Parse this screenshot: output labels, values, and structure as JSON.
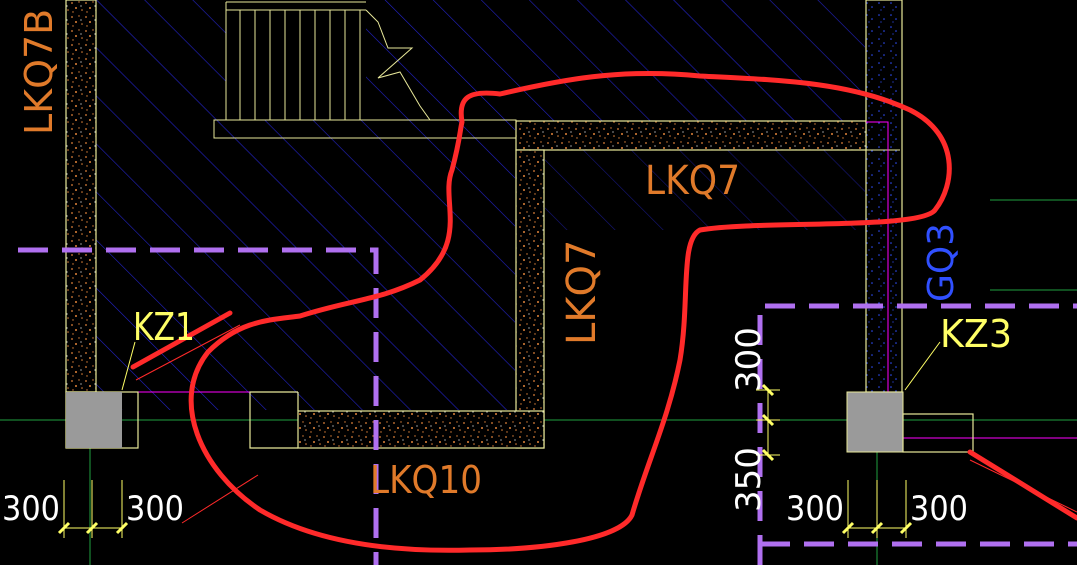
{
  "labels": {
    "lkq7b": "LKQ7B",
    "lkq7_horizontal": "LKQ7",
    "lkq7_vertical": "LKQ7",
    "lkq10": "LKQ10",
    "kz1": "KZ1",
    "kz3": "KZ3",
    "gq3": "GQ3"
  },
  "dimensions": {
    "dim_300_bl_1": "300",
    "dim_300_bl_2": "300",
    "dim_300_v": "300",
    "dim_350_v": "350",
    "dim_300_br_1": "300",
    "dim_300_br_2": "300"
  },
  "colors": {
    "background": "#000000",
    "wall_outline": "#e8e89a",
    "wall_fill_speckle": "#e0833a",
    "hatch": "#2323c8",
    "grid": "#20a040",
    "dashed_beam": "#b070f0",
    "column_fill": "#9a9a9a",
    "leader": "#ffff66",
    "label_orange": "#e07a2a",
    "label_yellow": "#ffff66",
    "label_blue": "#3050ff",
    "markup_red": "#ff2a2a",
    "magenta": "#ff00ff"
  }
}
